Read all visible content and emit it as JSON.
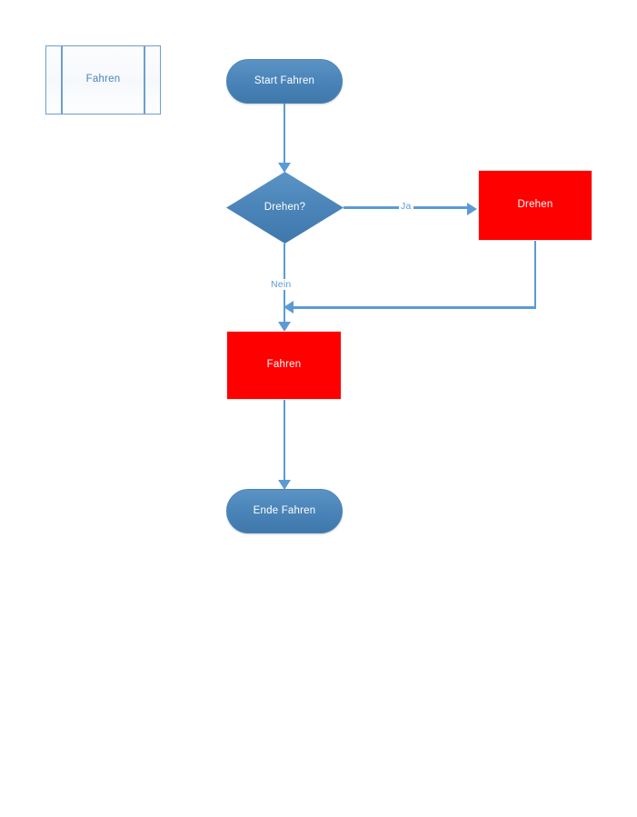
{
  "diagram": {
    "title": "Fahren",
    "type": "flowchart",
    "colors": {
      "terminator_fill": "#4a84b8",
      "decision_fill": "#4a84b8",
      "process_fill": "#fe0000",
      "connector": "#5b9bd5",
      "subroutine_border": "#6f9dd0",
      "subroutine_text": "#4a84bd",
      "node_text_light": "#ffffff",
      "background": "#ffffff"
    },
    "legend": {
      "subroutine_label": "Fahren"
    },
    "nodes": {
      "start": {
        "label": "Start Fahren",
        "shape": "terminator"
      },
      "decision": {
        "label": "Drehen?",
        "shape": "diamond"
      },
      "drehen": {
        "label": "Drehen",
        "shape": "process"
      },
      "fahren": {
        "label": "Fahren",
        "shape": "process"
      },
      "end": {
        "label": "Ende Fahren",
        "shape": "terminator"
      }
    },
    "edges": {
      "start_to_decision": {
        "label": ""
      },
      "decision_yes": {
        "label": "Ja"
      },
      "decision_no": {
        "label": "Nein"
      },
      "drehen_return": {
        "label": ""
      },
      "fahren_to_end": {
        "label": ""
      }
    }
  }
}
